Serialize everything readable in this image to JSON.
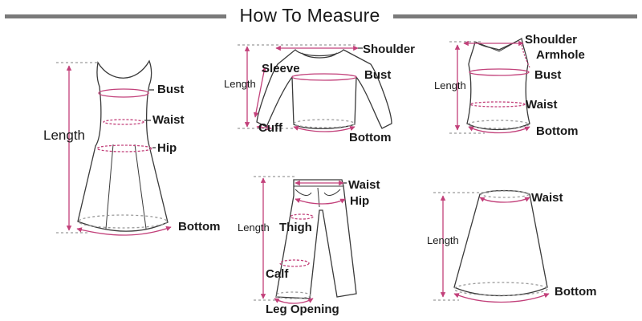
{
  "title": "How To Measure",
  "dress": {
    "bust": "Bust",
    "waist": "Waist",
    "hip": "Hip",
    "length": "Length",
    "bottom": "Bottom"
  },
  "sweater": {
    "shoulder": "Shoulder",
    "sleeve": "Sleeve",
    "bust": "Bust",
    "length": "Length",
    "cuff": "Cuff",
    "bottom": "Bottom"
  },
  "tank": {
    "shoulder": "Shoulder",
    "armhole": "Armhole",
    "bust": "Bust",
    "length": "Length",
    "waist": "Waist",
    "bottom": "Bottom"
  },
  "pants": {
    "waist": "Waist",
    "hip": "Hip",
    "length": "Length",
    "thigh": "Thigh",
    "calf": "Calf",
    "leg_opening": "Leg Opening"
  },
  "skirt": {
    "waist": "Waist",
    "length": "Length",
    "bottom": "Bottom"
  },
  "colors": {
    "outline": "#3a3a3a",
    "measure_pink": "#c2407a",
    "dashed_gray": "#9a9a9a",
    "title_rule": "#7a7a7a"
  }
}
